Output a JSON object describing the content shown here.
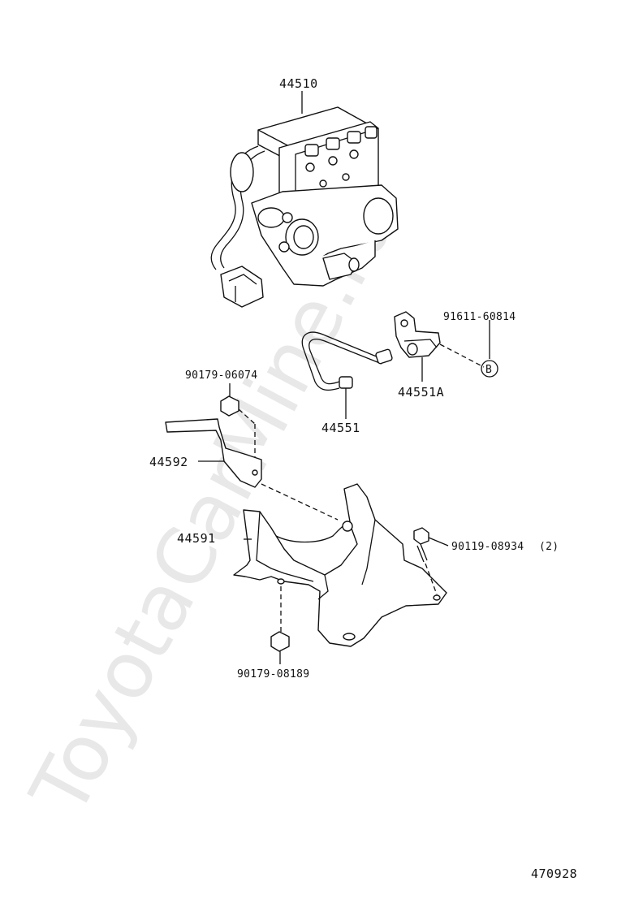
{
  "watermark": "ToyotaCarMine.ru",
  "diagram_code": "470928",
  "ref_marker": "B",
  "parts": [
    {
      "id": "abs-actuator",
      "number": "44510"
    },
    {
      "id": "bracket-bolt-ref",
      "number": "91611-60814"
    },
    {
      "id": "bracket-sub",
      "number": "44551A"
    },
    {
      "id": "brake-tube",
      "number": "44551"
    },
    {
      "id": "upper-nut",
      "number": "90179-06074"
    },
    {
      "id": "upper-bracket",
      "number": "44592"
    },
    {
      "id": "main-bracket",
      "number": "44591"
    },
    {
      "id": "side-bolt",
      "number": "90119-08934",
      "qty": "(2)"
    },
    {
      "id": "lower-nut",
      "number": "90179-08189"
    }
  ]
}
